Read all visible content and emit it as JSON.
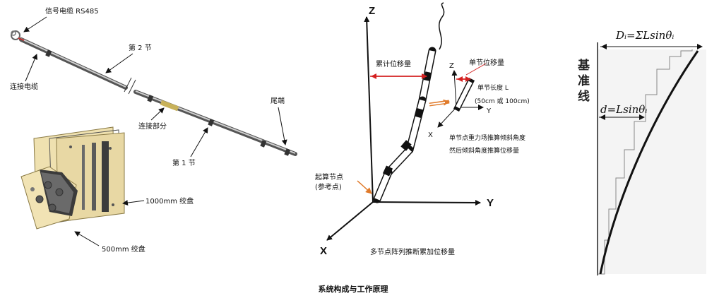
{
  "panel1": {
    "signal_cable": "信号电缆 RS485",
    "connect_cable": "连接电缆",
    "section2": "第 2 节",
    "connect_part": "连接部分",
    "tail": "尾端",
    "section1": "第 1 节",
    "reel_1000": "1000mm 绞盘",
    "reel_500": "500mm 绞盘"
  },
  "panel2": {
    "axis_z": "Z",
    "axis_y": "Y",
    "axis_x": "X",
    "cum_disp": "累计位移量",
    "unit_disp": "单节位移量",
    "small_z": "Z",
    "small_y": "Y",
    "small_x": "X",
    "unit_len": "单节长度 L",
    "unit_len_opts": "(50cm 或 100cm)",
    "gravity_line1": "单节点重力场推算倾斜角度",
    "gravity_line2": "然后倾斜角度推算位移量",
    "start_node_line1": "起算节点",
    "start_node_line2": "(参考点)",
    "bottom_note": "多节点阵列推断累加位移量"
  },
  "panel3": {
    "formula_total": "Dᵢ=ΣLsinθᵢ",
    "formula_single": "d=Lsinθᵢ",
    "baseline_chars": [
      "基",
      "准",
      "线"
    ]
  },
  "caption": "系统构成与工作原理"
}
